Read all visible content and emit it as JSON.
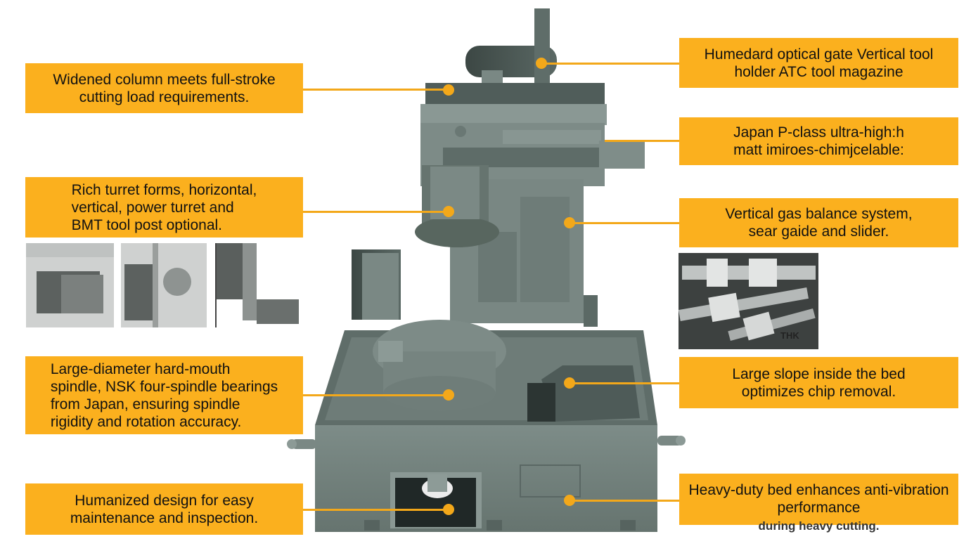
{
  "title": "Vertical lathe feature diagram",
  "accent_color": "#fbb01e",
  "machine_color": "#6f7f7a",
  "callouts": {
    "left": [
      {
        "id": "widened-column",
        "text": "Widened column meets full-stroke\ncutting load requirements."
      },
      {
        "id": "turret-forms",
        "text": "Rich turret forms, horizontal,\nvertical, power turret and\nBMT tool post optional."
      },
      {
        "id": "spindle",
        "text": "Large-diameter hard-mouth\nspindle, NSK four-spindle bearings\nfrom Japan, ensuring spindle\nrigidity and rotation accuracy."
      },
      {
        "id": "humanized-design",
        "text": "Humanized design for easy\nmaintenance and inspection."
      }
    ],
    "right": [
      {
        "id": "tool-magazine",
        "text": "Humedard optical gate Vertical tool\nholder ATC tool magazine"
      },
      {
        "id": "p-class",
        "text": "Japan P-class ultra-high:h\nmatt imiroes-chimjcelable:"
      },
      {
        "id": "gas-balance",
        "text": "Vertical gas balance system,\nsear gaide and slider."
      },
      {
        "id": "slope-bed",
        "text": "Large slope inside the bed\noptimizes chip removal."
      },
      {
        "id": "heavy-bed",
        "text": "Heavy-duty bed enhances anti-vibration\nperformance",
        "tail": "during heavy cutting."
      }
    ]
  },
  "thumbnails": {
    "turret_photos": [
      "horizontal turret",
      "vertical turret",
      "power turret / BMT"
    ],
    "guide_photo": {
      "brand_mark": "THK"
    }
  }
}
